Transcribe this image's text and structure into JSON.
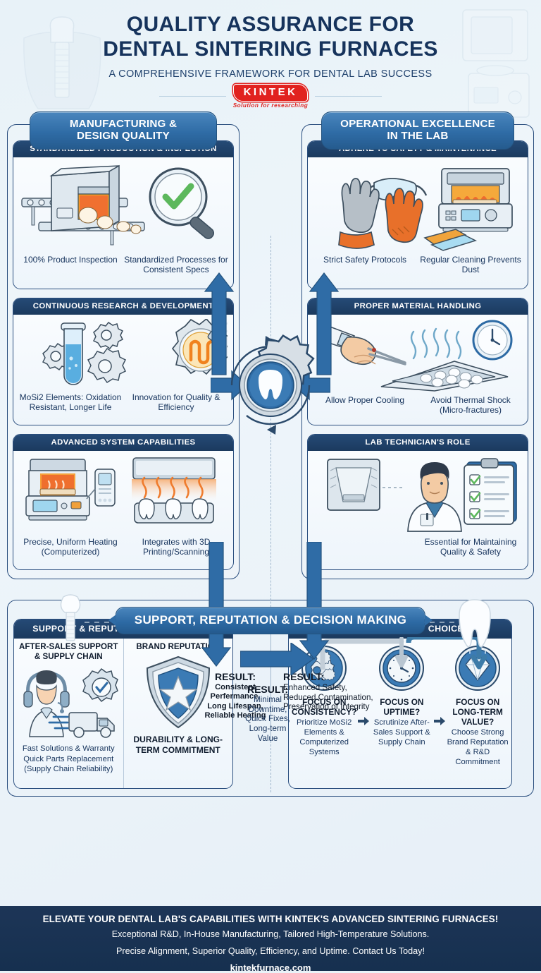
{
  "header": {
    "title_line1": "QUALITY ASSURANCE FOR",
    "title_line2": "DENTAL SINTERING FURNACES",
    "subtitle": "A COMPREHENSIVE FRAMEWORK FOR DENTAL LAB SUCCESS",
    "logo_name": "KINTEK",
    "logo_tagline": "Solution for researching",
    "brand_red": "#e1221f",
    "navy": "#16335c"
  },
  "left_column": {
    "banner_line1": "MANUFACTURING &",
    "banner_line2": "DESIGN QUALITY",
    "cards": [
      {
        "head": "STANDARDIZED PRODUCTION & INSPECTION",
        "caption_left": "100% Product Inspection",
        "caption_right": "Standardized Processes for Consistent Specs",
        "icon_left": "conveyor-furnace-icon",
        "icon_right": "magnifier-checkmark-icon"
      },
      {
        "head": "CONTINUOUS RESEARCH & DEVELOPMENT",
        "caption_left": "MoSi2 Elements: Oxidation Resistant, Longer Life",
        "caption_right": "Innovation for Quality & Efficiency",
        "icon_left": "test-tube-gears-icon",
        "icon_right": "gear-heating-element-icon"
      },
      {
        "head": "ADVANCED SYSTEM CAPABILITIES",
        "caption_left": "Precise, Uniform Heating (Computerized)",
        "caption_right": "Integrates with 3D Printing/Scanning",
        "icon_left": "computerized-furnace-icon",
        "icon_right": "heated-tooth-tray-icon"
      }
    ],
    "result_label": "RESULT:",
    "result_text": "Consistent Perfermance, Long Lifespan, Reliable Heating"
  },
  "right_column": {
    "banner_line1": "OPERATIONAL EXCELLENCE",
    "banner_line2": "IN THE LAB",
    "cards": [
      {
        "head": "ADHERE TO SAFETY & MAINTENANCE",
        "caption_left": "Strict Safety Protocols",
        "caption_right": "Regular Cleaning Prevents Dust",
        "icon_left": "safety-gloves-goggles-icon",
        "icon_right": "furnace-cleaning-icon"
      },
      {
        "head": "PROPER MATERIAL HANDLING",
        "caption_left": "Allow Proper Cooling",
        "caption_right": "Avoid Thermal Shock (Micro-fractures)",
        "icon_left": "hand-tweezers-tray-icon",
        "icon_right": "wall-clock-icon"
      },
      {
        "head": "LAB TECHNICIAN'S ROLE",
        "caption_left": "",
        "caption_right": "Essential for Maintaining Quality & Safety",
        "icon_left": "furnace-chamber-icon",
        "icon_right": "technician-clipboard-icon"
      }
    ],
    "result_label": "RESULT:",
    "result_text": "Enhanced Safety, Reduced Contamination, Preservation of Integrity"
  },
  "center_hub": {
    "icon": "gear-tooth-hub-icon"
  },
  "bottom": {
    "banner": "SUPPORT, REPUTATION & DECISION MAKING",
    "support_card": {
      "head": "SUPPORT & REPUTATION (TRADE-OFFS)",
      "left": {
        "title": "AFTER-SALES SUPPORT & SUPPLY CHAIN",
        "icon": "headset-agent-truck-icon",
        "foot_line1": "Fast Solutions & Warranty",
        "foot_line2": "Quick Parts Replacement (Supply Chain Reliability)"
      },
      "right": {
        "title": "BRAND REPUTATION",
        "icon": "shield-star-icon",
        "foot": "DURABILITY & LONG-TERM COMMITMENT"
      }
    },
    "result_label": "RESULT:",
    "result_text": "Minimal Downtime, Quick Fixes, Long-term Value",
    "choice_card": {
      "head": "MAKING THE RIGHT CHOICE",
      "items": [
        {
          "icon": "gears-circle-icon",
          "title": "FOCUS ON CONSISTENCY?",
          "desc": "Prioritize MoSi2 Elements & Computerized Systems"
        },
        {
          "icon": "clock-circle-icon",
          "title": "FOCUS ON UPTIME?",
          "desc": "Scrutinize After-Sales Support & Supply Chain"
        },
        {
          "icon": "diamond-circle-icon",
          "title": "FOCUS ON LONG-TERM VALUE?",
          "desc": "Choose Strong Brand Reputation & R&D Commitment"
        }
      ]
    }
  },
  "footer": {
    "line1": "ELEVATE YOUR DENTAL LAB'S CAPABILITIES WITH KINTEK'S ADVANCED SINTERING FURNACES!",
    "line2": "Exceptional R&D, In-House Manufacturing, Tailored High-Temperature Solutions.",
    "line3": "Precise Alignment, Superior Quality, Efficiency, and Uptime. Contact Us Today!",
    "website": "kintekfurnace.com"
  }
}
